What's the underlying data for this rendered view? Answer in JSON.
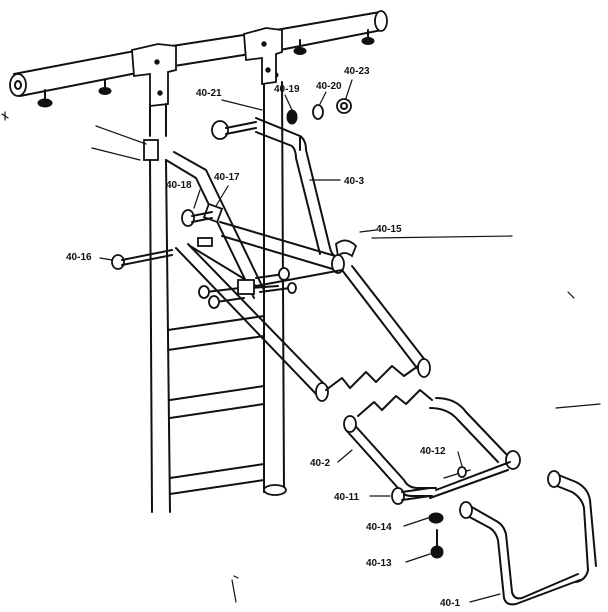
{
  "diagram": {
    "labels": {
      "p40_21": "40-21",
      "p40_19": "40-19",
      "p40_20": "40-20",
      "p40_23": "40-23",
      "p40_3": "40-3",
      "p40_18": "40-18",
      "p40_17": "40-17",
      "p40_15": "40-15",
      "p40_16": "40-16",
      "p40_2": "40-2",
      "p40_12": "40-12",
      "p40_11": "40-11",
      "p40_14": "40-14",
      "p40_13": "40-13",
      "p40_1": "40-1"
    }
  }
}
